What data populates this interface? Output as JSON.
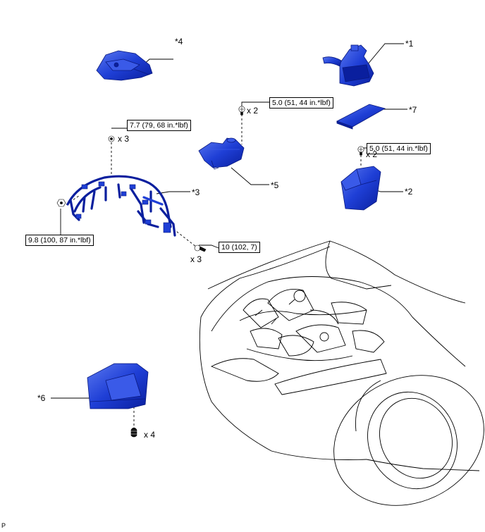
{
  "callouts": {
    "c1": "*1",
    "c2": "*2",
    "c3": "*3",
    "c4": "*4",
    "c5": "*5",
    "c6": "*6",
    "c7": "*7"
  },
  "torques": {
    "t_harness_top": "7.7 (79, 68 in.*lbf)",
    "t_harness_left": "9.8 (100, 87 in.*lbf)",
    "t_harness_bolt": "10 (102, 7)",
    "t_part5": "5.0 (51, 44 in.*lbf)",
    "t_part2": "5.0 (51, 44 in.*lbf)"
  },
  "quantities": {
    "q_harness_top": "x 3",
    "q_harness_bolt": "x 3",
    "q_part5": "x 2",
    "q_part2": "x 2",
    "q_part6": "x 4"
  },
  "footer": {
    "code": "P"
  },
  "colors": {
    "part_fill": "#1f3fd6",
    "part_dark": "#0a1f9e",
    "part_light": "#5a78f0",
    "line": "#000000"
  }
}
